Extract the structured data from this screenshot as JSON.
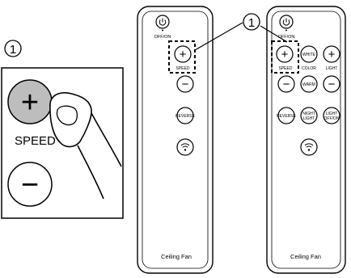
{
  "step": {
    "number": "1"
  },
  "zoom_panel": {
    "speed_label": "SPEED",
    "plus_symbol": "+",
    "minus_symbol": "−"
  },
  "remote_basic": {
    "power_label": "OFF/ON",
    "speed_label": "SPEED",
    "reverse_label": "REVERSE",
    "brand_label": "Ceiling Fan",
    "plus_symbol": "+",
    "minus_symbol": "−"
  },
  "remote_full": {
    "power_label": "OFF/ON",
    "speed_label": "SPEED",
    "white_label": "WHITE",
    "color_label": "COLOR",
    "light_label": "LIGHT",
    "warm_label": "WARM",
    "reverse_label": "REVERSE",
    "night_light_line1": "NIGHT",
    "night_light_line2": "LIGHT",
    "light_offon_line1": "LIGHT",
    "light_offon_line2": "OFF/ON",
    "brand_label": "Ceiling Fan",
    "plus_symbol": "+",
    "minus_symbol": "−"
  },
  "icons": [
    "power-icon",
    "wifi-icon",
    "hand-pointer-icon"
  ],
  "colors": {
    "line": "#000000",
    "pressed_button": "#bdbdbd",
    "background": "#ffffff"
  }
}
